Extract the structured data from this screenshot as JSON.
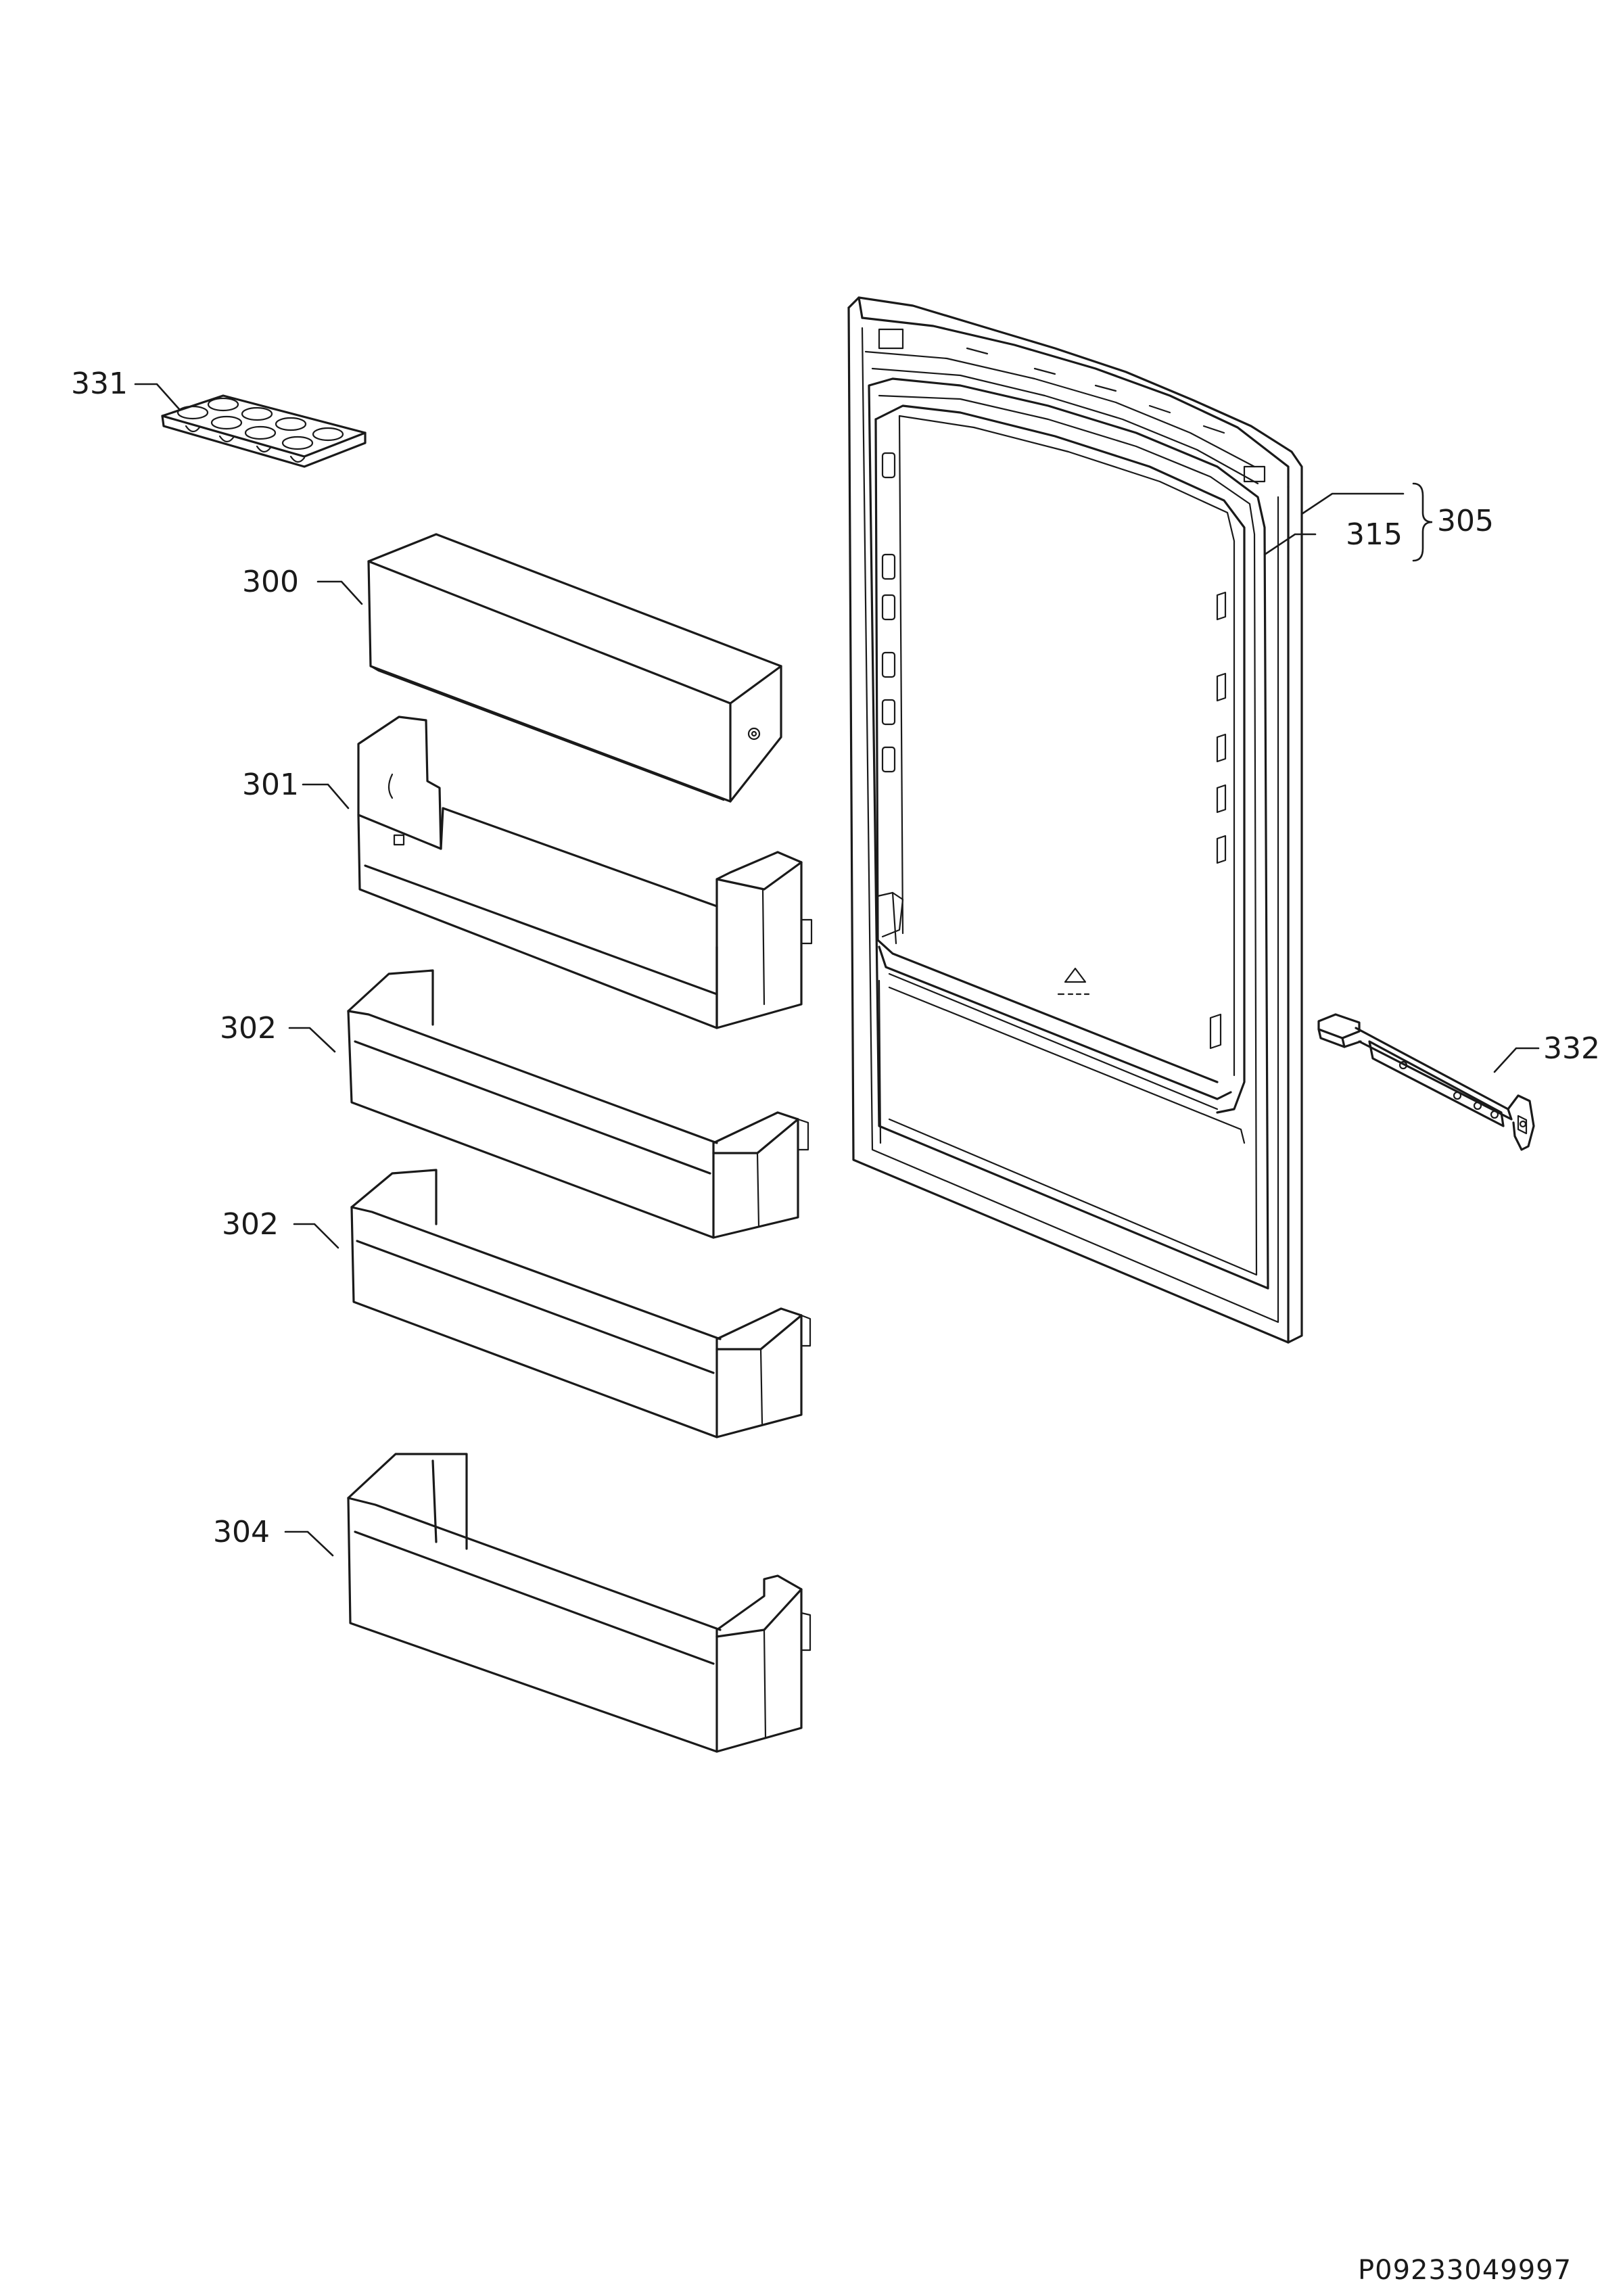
{
  "labels": {
    "p331": "331",
    "p300": "300",
    "p301": "301",
    "p302a": "302",
    "p302b": "302",
    "p304": "304",
    "p305": "305",
    "p315": "315",
    "p332": "332"
  },
  "reference": "P09233049997",
  "colors": {
    "line": "#1a1a1a",
    "background": "#ffffff"
  }
}
